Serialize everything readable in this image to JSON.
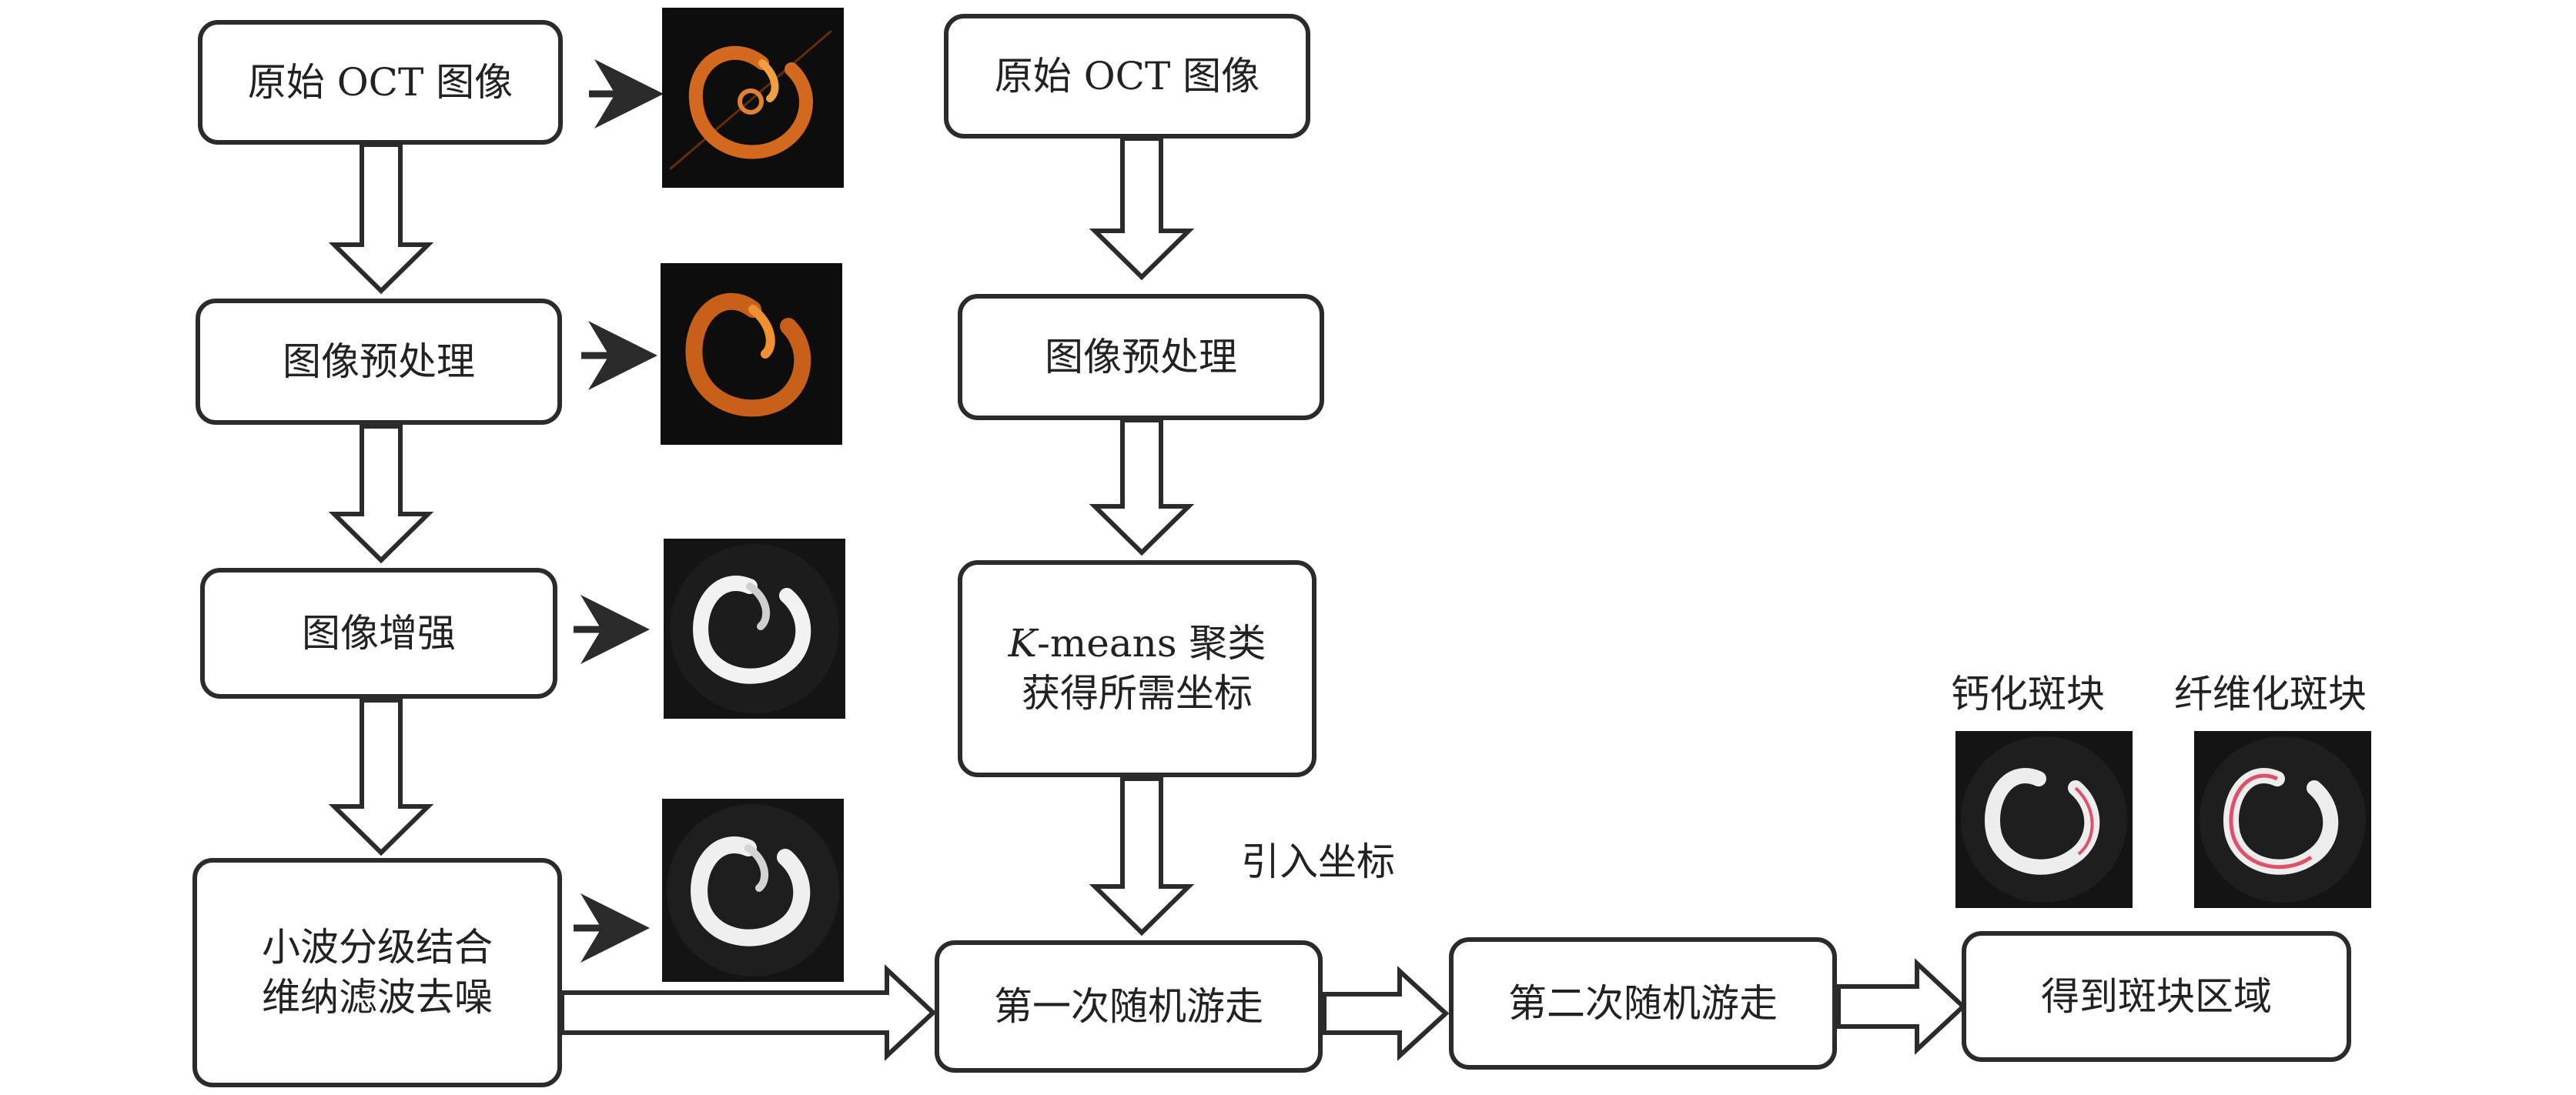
{
  "left_column": {
    "step1": "原始 OCT 图像",
    "step2": "图像预处理",
    "step3": "图像增强",
    "step4_line1": "小波分级结合",
    "step4_line2": "维纳滤波去噪"
  },
  "middle_column": {
    "step1": "原始 OCT 图像",
    "step2": "图像预处理",
    "step3_k": "K",
    "step3_line1_rest": "-means 聚类",
    "step3_line2": "获得所需坐标",
    "arrow_label": "引入坐标"
  },
  "bottom_row": {
    "walk1": "第一次随机游走",
    "walk2": "第二次随机游走",
    "result": "得到斑块区域"
  },
  "results": {
    "calcified_label": "钙化斑块",
    "fibrous_label": "纤维化斑块"
  },
  "colors": {
    "stroke": "#2b2b2b",
    "oct_orange": "#d2691e",
    "enhanced_white": "#f2f2f2",
    "plaque_red": "#e0506a"
  }
}
